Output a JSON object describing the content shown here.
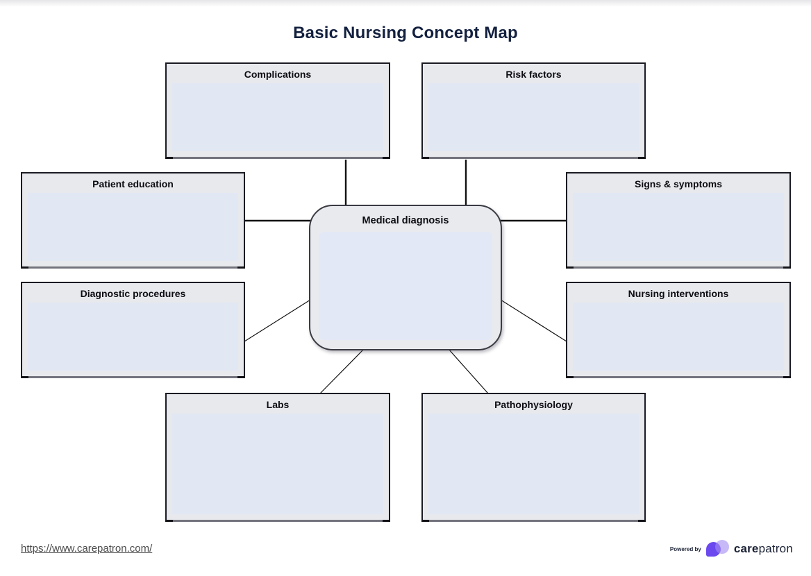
{
  "title": "Basic Nursing Concept Map",
  "map": {
    "center": {
      "label": "Medical diagnosis"
    },
    "nodes": [
      {
        "id": "complications",
        "label": "Complications"
      },
      {
        "id": "risk-factors",
        "label": "Risk factors"
      },
      {
        "id": "patient-education",
        "label": "Patient education"
      },
      {
        "id": "signs-symptoms",
        "label": "Signs & symptoms"
      },
      {
        "id": "diagnostic-procedures",
        "label": "Diagnostic procedures"
      },
      {
        "id": "nursing-interventions",
        "label": "Nursing interventions"
      },
      {
        "id": "labs",
        "label": "Labs"
      },
      {
        "id": "pathophysiology",
        "label": "Pathophysiology"
      }
    ]
  },
  "footer": {
    "link": "https://www.carepatron.com/",
    "powered_by": "Powered by",
    "brand_bold": "care",
    "brand_light": "patron"
  },
  "colors": {
    "title_navy": "#13203f",
    "box_fill": "#e8e9ed",
    "box_panel_fill": "#e2e7f4",
    "box_border": "#1a1a22",
    "node_panel_fill": "#e2e8f6",
    "brand_purple": "#6b49ee",
    "brand_lavender": "#a48cf2",
    "brand_navy": "#1b2235",
    "link_gray": "#4c4c4c"
  }
}
